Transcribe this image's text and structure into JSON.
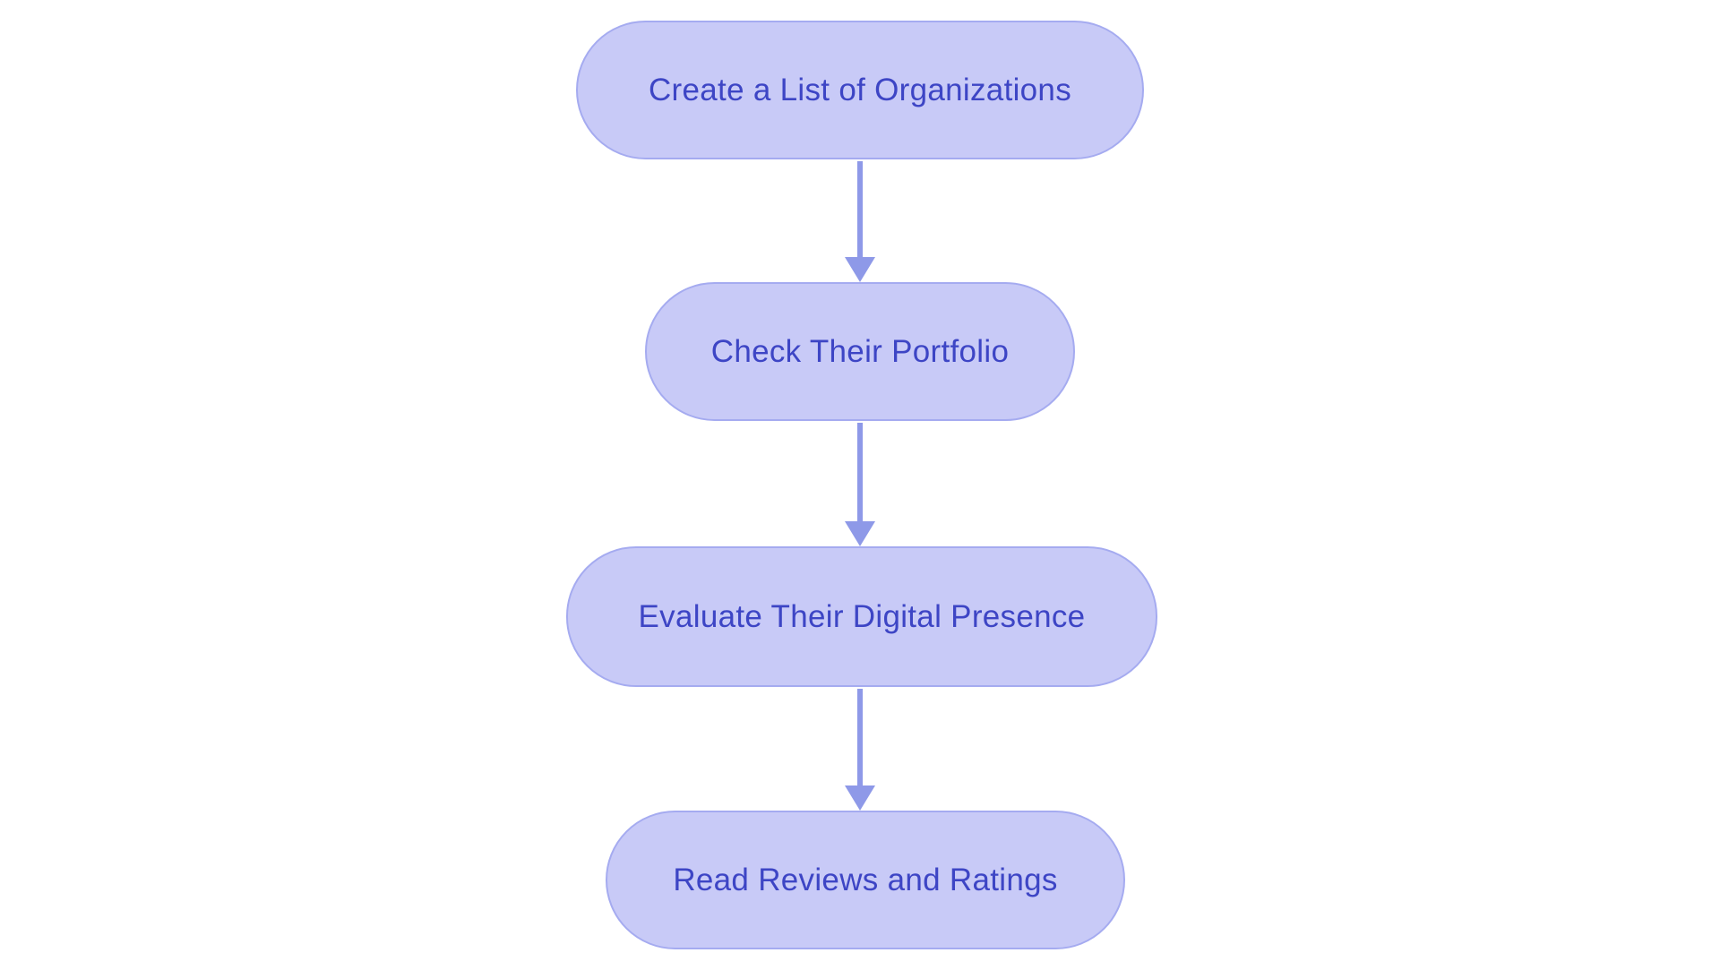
{
  "diagram": {
    "type": "flowchart",
    "direction": "top-to-bottom",
    "nodes": [
      {
        "label": "Create a List of Organizations"
      },
      {
        "label": "Check Their Portfolio"
      },
      {
        "label": "Evaluate Their Digital Presence"
      },
      {
        "label": "Read Reviews and Ratings"
      }
    ],
    "edges": [
      {
        "from": 0,
        "to": 1
      },
      {
        "from": 1,
        "to": 2
      },
      {
        "from": 2,
        "to": 3
      }
    ],
    "colors": {
      "node_fill": "#c8caf7",
      "node_border": "#a5abf0",
      "node_text": "#3d45c5",
      "arrow": "#8e99e8",
      "background": "#ffffff"
    }
  }
}
